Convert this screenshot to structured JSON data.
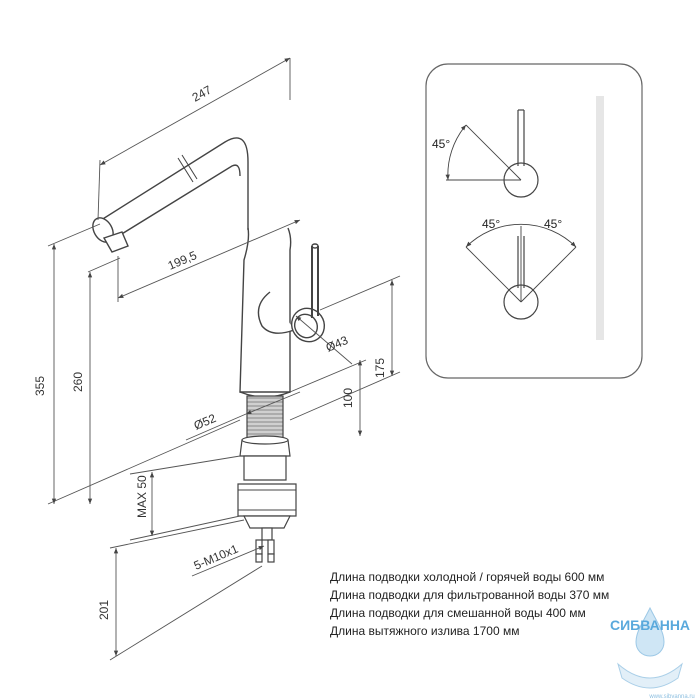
{
  "dimensions": {
    "d247": "247",
    "d199_5": "199,5",
    "d355": "355",
    "d260": "260",
    "d175": "175",
    "d100": "100",
    "d43": "Ø43",
    "d52": "Ø52",
    "max50": "MAX 50",
    "d201": "201",
    "thread": "5-M10x1"
  },
  "handle_angles": {
    "top_single": "45°",
    "bottom_left": "45°",
    "bottom_right": "45°"
  },
  "notes": [
    "Длина подводки холодной / горячей воды 600 мм",
    "Длина подводки для фильтрованной воды 370 мм",
    "Длина подводки для смешанной воды 400 мм",
    "Длина вытяжного излива 1700 мм"
  ],
  "logo": {
    "text": "СИБВАННА",
    "site": "www.sibvanna.ru",
    "color": "#5aa9dc"
  }
}
